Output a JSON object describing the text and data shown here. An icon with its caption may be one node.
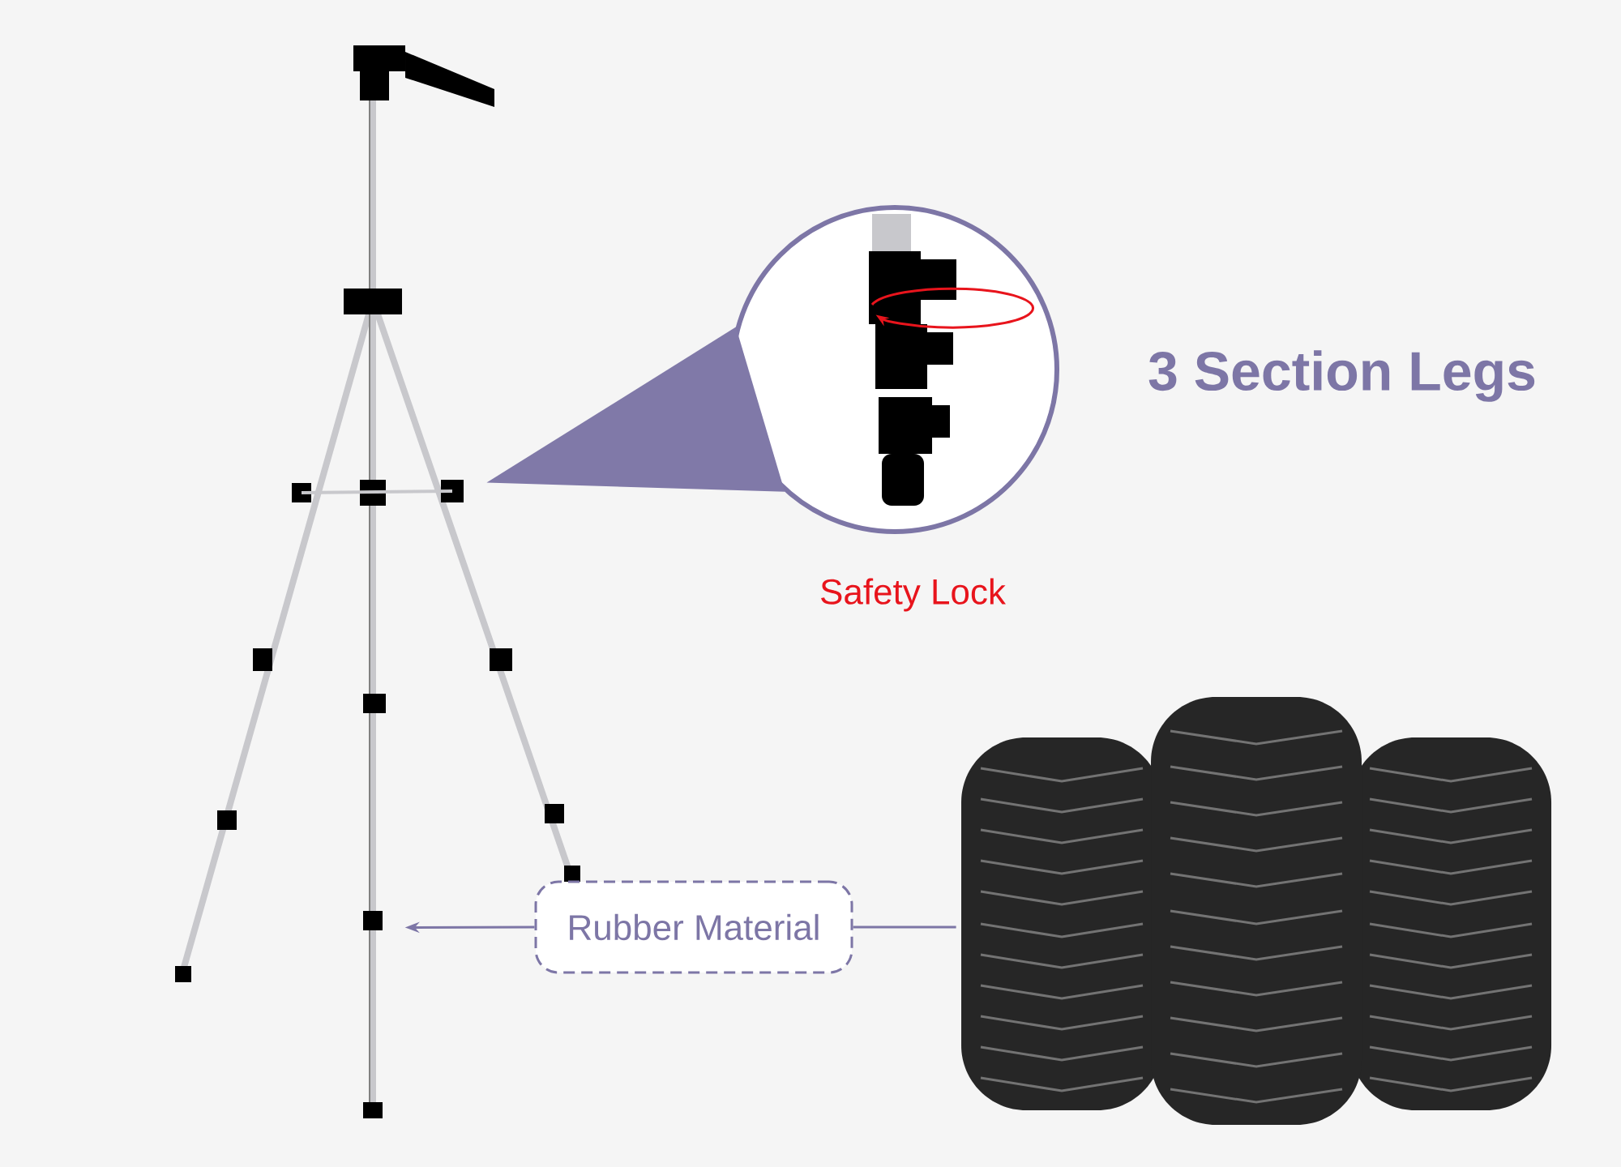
{
  "diagram": {
    "nodes": [
      {
        "text": [],
        "shape": "picture"
      },
      {
        "text": [],
        "shape": "circle",
        "beside": [
          "Safety Lock"
        ]
      },
      {
        "text": [
          "Rubber Material"
        ]
      },
      {
        "text": [],
        "shape": "picture"
      }
    ],
    "edges": [
      {
        "from": 0,
        "to": 1,
        "arrow": "none"
      },
      {
        "from": 2,
        "to": 0,
        "arrow": "to"
      },
      {
        "from": 2,
        "to": 3,
        "arrow": "none"
      }
    ],
    "labels": [
      "3 Section Legs"
    ]
  }
}
